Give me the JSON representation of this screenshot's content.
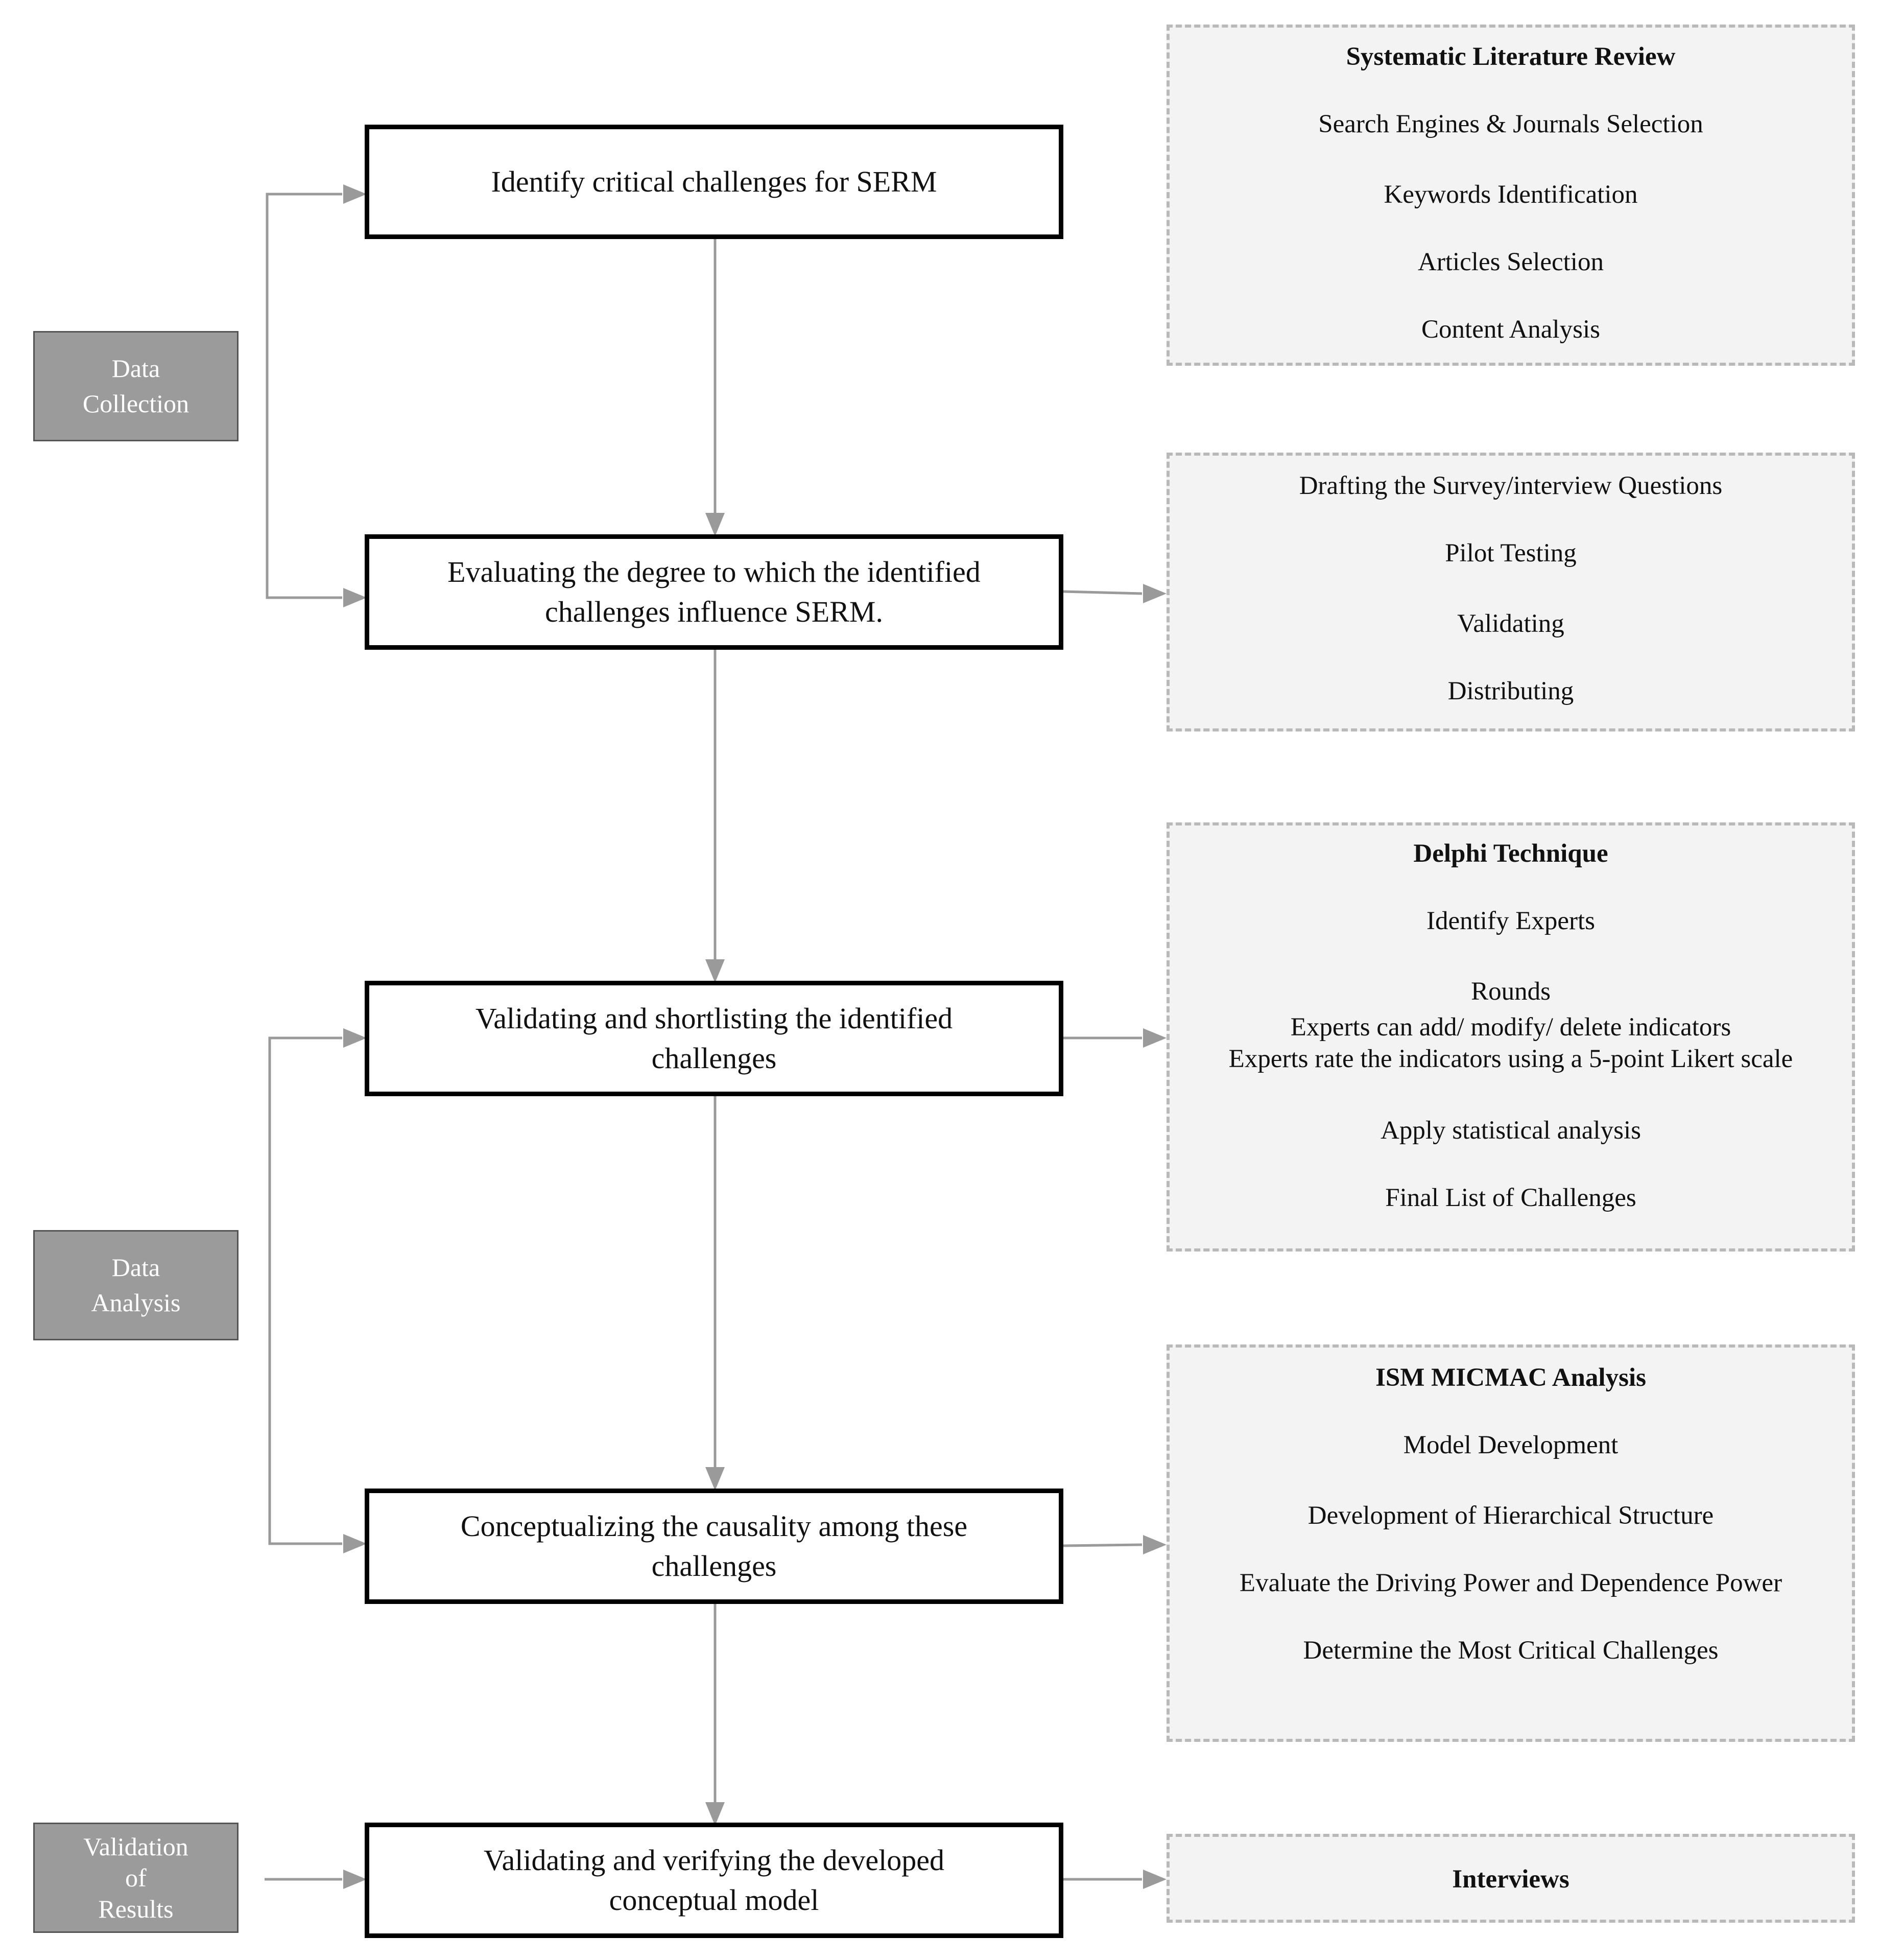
{
  "phases": {
    "collection": [
      "Data",
      "Collection"
    ],
    "analysis": [
      "Data",
      "Analysis"
    ],
    "validation": [
      "Validation",
      "of",
      "Results"
    ]
  },
  "steps": [
    {
      "lines": [
        "Identify critical challenges for SERM"
      ]
    },
    {
      "lines": [
        "Evaluating the degree to which the identified",
        "challenges influence SERM."
      ]
    },
    {
      "lines": [
        "Validating and shortlisting the identified",
        "challenges"
      ]
    },
    {
      "lines": [
        "Conceptualizing the causality among these",
        "challenges"
      ]
    },
    {
      "lines": [
        "Validating and verifying the developed",
        "conceptual model"
      ]
    }
  ],
  "details": {
    "literature": {
      "title": "Systematic Literature Review",
      "items": [
        "Search Engines & Journals Selection",
        "Keywords Identification",
        "Articles Selection",
        "Content Analysis"
      ]
    },
    "survey": {
      "items": [
        "Drafting the Survey/interview Questions",
        "Pilot Testing",
        "Validating",
        "Distributing"
      ]
    },
    "delphi": {
      "title": "Delphi Technique",
      "items": [
        "Identify Experts",
        "Rounds",
        "Experts can add/ modify/ delete indicators",
        "Experts rate the indicators using a 5-point Likert scale",
        "Apply statistical analysis",
        "Final List of Challenges"
      ]
    },
    "ism": {
      "title": "ISM MICMAC Analysis",
      "items": [
        "Model Development",
        "Development of Hierarchical Structure",
        "Evaluate the Driving Power and Dependence Power",
        "Determine the Most Critical Challenges"
      ]
    },
    "interviews": {
      "title": "Interviews"
    }
  },
  "colors": {
    "connector": "#9a9a9a",
    "phase_fill": "#9b9b9b",
    "detail_fill": "#f3f3f3",
    "detail_border": "#b9b9b9",
    "step_border": "#000000"
  }
}
